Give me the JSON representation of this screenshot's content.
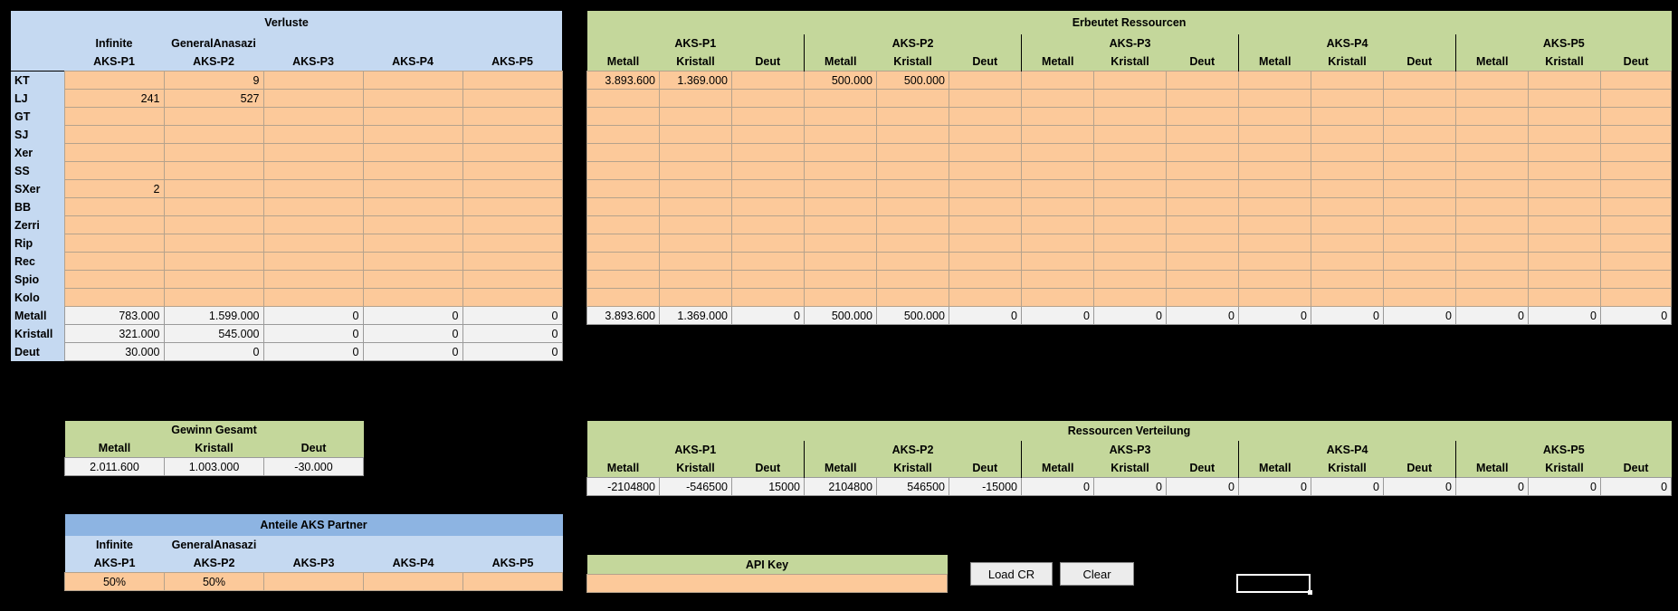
{
  "verluste": {
    "title": "Verluste",
    "players": [
      "Infinite",
      "GeneralAnasazi",
      "",
      "",
      ""
    ],
    "columns": [
      "AKS-P1",
      "AKS-P2",
      "AKS-P3",
      "AKS-P4",
      "AKS-P5"
    ],
    "ships": [
      {
        "name": "KT",
        "values": [
          "",
          "9",
          "",
          "",
          ""
        ]
      },
      {
        "name": "LJ",
        "values": [
          "241",
          "527",
          "",
          "",
          ""
        ]
      },
      {
        "name": "GT",
        "values": [
          "",
          "",
          "",
          "",
          ""
        ]
      },
      {
        "name": "SJ",
        "values": [
          "",
          "",
          "",
          "",
          ""
        ]
      },
      {
        "name": "Xer",
        "values": [
          "",
          "",
          "",
          "",
          ""
        ]
      },
      {
        "name": "SS",
        "values": [
          "",
          "",
          "",
          "",
          ""
        ]
      },
      {
        "name": "SXer",
        "values": [
          "2",
          "",
          "",
          "",
          ""
        ]
      },
      {
        "name": "BB",
        "values": [
          "",
          "",
          "",
          "",
          ""
        ]
      },
      {
        "name": "Zerri",
        "values": [
          "",
          "",
          "",
          "",
          ""
        ]
      },
      {
        "name": "Rip",
        "values": [
          "",
          "",
          "",
          "",
          ""
        ]
      },
      {
        "name": "Rec",
        "values": [
          "",
          "",
          "",
          "",
          ""
        ]
      },
      {
        "name": "Spio",
        "values": [
          "",
          "",
          "",
          "",
          ""
        ]
      },
      {
        "name": "Kolo",
        "values": [
          "",
          "",
          "",
          "",
          ""
        ]
      }
    ],
    "totals": [
      {
        "name": "Metall",
        "values": [
          "783.000",
          "1.599.000",
          "0",
          "0",
          "0"
        ]
      },
      {
        "name": "Kristall",
        "values": [
          "321.000",
          "545.000",
          "0",
          "0",
          "0"
        ]
      },
      {
        "name": "Deut",
        "values": [
          "30.000",
          "0",
          "0",
          "0",
          "0"
        ]
      }
    ]
  },
  "erbeutet": {
    "title": "Erbeutet Ressourcen",
    "groups": [
      "AKS-P1",
      "AKS-P2",
      "AKS-P3",
      "AKS-P4",
      "AKS-P5"
    ],
    "subcols": [
      "Metall",
      "Kristall",
      "Deut"
    ],
    "rows": [
      [
        "3.893.600",
        "1.369.000",
        "",
        "500.000",
        "500.000",
        "",
        "",
        "",
        "",
        "",
        "",
        "",
        "",
        "",
        ""
      ],
      [
        "",
        "",
        "",
        "",
        "",
        "",
        "",
        "",
        "",
        "",
        "",
        "",
        "",
        "",
        ""
      ],
      [
        "",
        "",
        "",
        "",
        "",
        "",
        "",
        "",
        "",
        "",
        "",
        "",
        "",
        "",
        ""
      ],
      [
        "",
        "",
        "",
        "",
        "",
        "",
        "",
        "",
        "",
        "",
        "",
        "",
        "",
        "",
        ""
      ],
      [
        "",
        "",
        "",
        "",
        "",
        "",
        "",
        "",
        "",
        "",
        "",
        "",
        "",
        "",
        ""
      ],
      [
        "",
        "",
        "",
        "",
        "",
        "",
        "",
        "",
        "",
        "",
        "",
        "",
        "",
        "",
        ""
      ],
      [
        "",
        "",
        "",
        "",
        "",
        "",
        "",
        "",
        "",
        "",
        "",
        "",
        "",
        "",
        ""
      ],
      [
        "",
        "",
        "",
        "",
        "",
        "",
        "",
        "",
        "",
        "",
        "",
        "",
        "",
        "",
        ""
      ],
      [
        "",
        "",
        "",
        "",
        "",
        "",
        "",
        "",
        "",
        "",
        "",
        "",
        "",
        "",
        ""
      ],
      [
        "",
        "",
        "",
        "",
        "",
        "",
        "",
        "",
        "",
        "",
        "",
        "",
        "",
        "",
        ""
      ],
      [
        "",
        "",
        "",
        "",
        "",
        "",
        "",
        "",
        "",
        "",
        "",
        "",
        "",
        "",
        ""
      ],
      [
        "",
        "",
        "",
        "",
        "",
        "",
        "",
        "",
        "",
        "",
        "",
        "",
        "",
        "",
        ""
      ],
      [
        "",
        "",
        "",
        "",
        "",
        "",
        "",
        "",
        "",
        "",
        "",
        "",
        "",
        "",
        ""
      ]
    ],
    "total": [
      "3.893.600",
      "1.369.000",
      "0",
      "500.000",
      "500.000",
      "0",
      "0",
      "0",
      "0",
      "0",
      "0",
      "0",
      "0",
      "0",
      "0"
    ]
  },
  "gewinn": {
    "title": "Gewinn Gesamt",
    "columns": [
      "Metall",
      "Kristall",
      "Deut"
    ],
    "values": [
      "2.011.600",
      "1.003.000",
      "-30.000"
    ]
  },
  "verteilung": {
    "title": "Ressourcen Verteilung",
    "groups": [
      "AKS-P1",
      "AKS-P2",
      "AKS-P3",
      "AKS-P4",
      "AKS-P5"
    ],
    "subcols": [
      "Metall",
      "Kristall",
      "Deut"
    ],
    "values": [
      "-2104800",
      "-546500",
      "15000",
      "2104800",
      "546500",
      "-15000",
      "0",
      "0",
      "0",
      "0",
      "0",
      "0",
      "0",
      "0",
      "0"
    ]
  },
  "anteile": {
    "title": "Anteile AKS Partner",
    "players": [
      "Infinite",
      "GeneralAnasazi",
      "",
      "",
      ""
    ],
    "columns": [
      "AKS-P1",
      "AKS-P2",
      "AKS-P3",
      "AKS-P4",
      "AKS-P5"
    ],
    "values": [
      "50%",
      "50%",
      "",
      "",
      ""
    ]
  },
  "api": {
    "title": "API Key",
    "value": ""
  },
  "buttons": {
    "load": "Load CR",
    "clear": "Clear"
  }
}
